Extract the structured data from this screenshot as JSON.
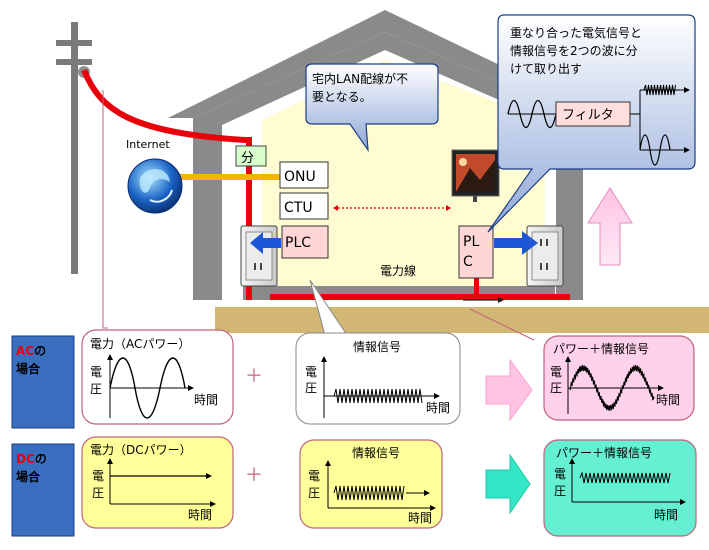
{
  "house": {
    "internet": "Internet",
    "splitter": "分",
    "onu": "ONU",
    "ctu": "CTU",
    "plc_left": "PLC",
    "plc_right_1": "PL",
    "plc_right_2": "C",
    "power_line": "電力線"
  },
  "callouts": {
    "lan_1": "宅内LAN配線が不",
    "lan_2": "要となる。",
    "filter_1": "重なり合った電気信号と",
    "filter_2": "情報信号を2つの波に分",
    "filter_3": "けて取り出す",
    "filter_box": "フィルタ"
  },
  "rows": {
    "ac_label_1": "ACの",
    "ac_label_2": "場合",
    "dc_label_1": "DCの",
    "dc_label_2": "場合"
  },
  "panels": {
    "ac_power_title": "電力（ACパワー）",
    "dc_power_title": "電力（DCパワー）",
    "info_title": "情報信号",
    "combined_title": "パワー＋情報信号",
    "axis_v1": "電",
    "axis_v2": "圧",
    "axis_t": "時間",
    "plus": "＋"
  },
  "colors": {
    "red_line": "#e8000b",
    "yellow_line": "#f5b400",
    "blue_arrow": "#1e56d8",
    "pink_arrow": "#ff9fd0",
    "teal_arrow": "#33e6c6",
    "row_label_bg": "#3a6fc0"
  }
}
